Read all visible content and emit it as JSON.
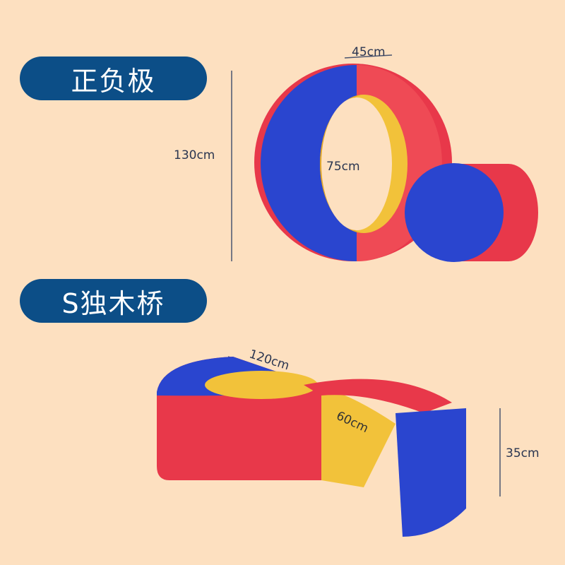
{
  "sections": [
    {
      "title": "正负极",
      "dimensions": {
        "height": "130cm",
        "width": "45cm",
        "inner": "75cm"
      }
    },
    {
      "title": "S独木桥",
      "dimensions": {
        "length": "120cm",
        "inner": "60cm",
        "height": "35cm"
      }
    }
  ],
  "colors": {
    "background": "#fde0c0",
    "pill": "#0c4e87",
    "red": "#e8384a",
    "blue": "#2440c8",
    "yellow": "#f2c23a"
  }
}
